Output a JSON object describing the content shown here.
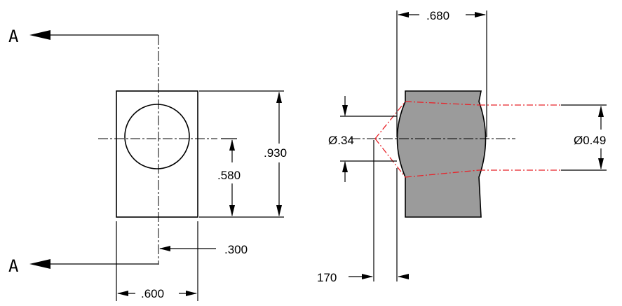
{
  "section": {
    "label_top": "A",
    "label_bottom": "A"
  },
  "front_view": {
    "dim_width": ".600",
    "dim_height": ".930",
    "dim_hole_center": ".580",
    "dim_offset": ".300"
  },
  "section_view": {
    "dim_width": ".680",
    "dim_small_diameter": "Ø.34",
    "dim_large_diameter": "Ø0.49",
    "dim_depth": "170"
  },
  "colors": {
    "line": "#000000",
    "section_fill": "#9b9b9b",
    "hidden_red": "#e8242a"
  }
}
